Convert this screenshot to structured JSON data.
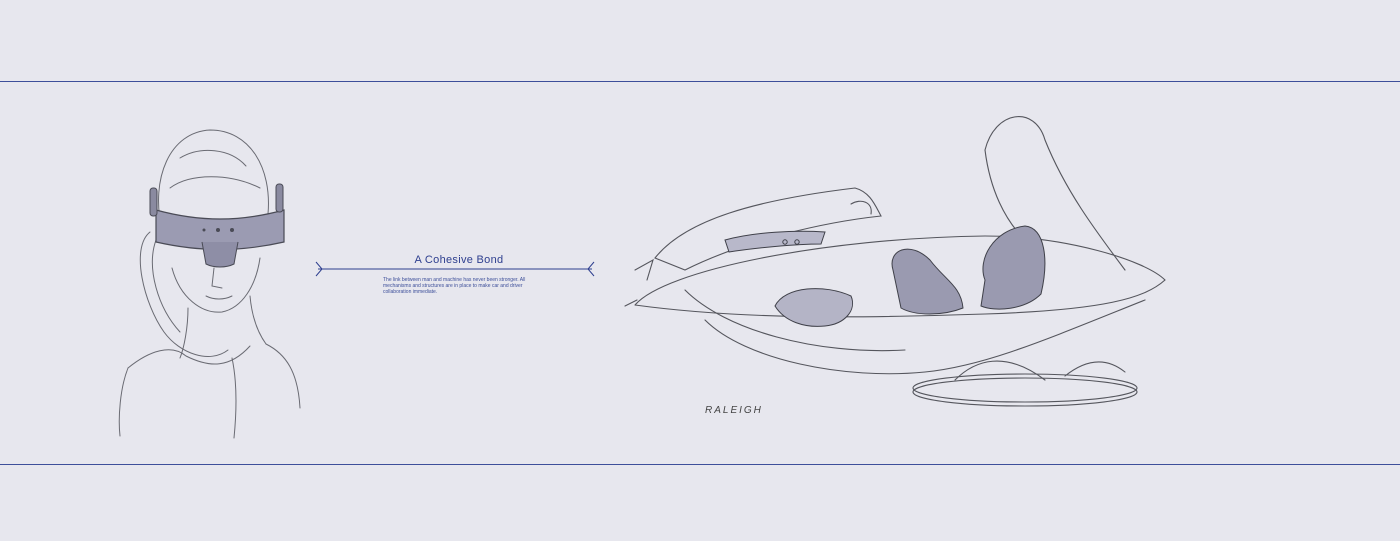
{
  "heading": "A Cohesive Bond",
  "description": "The link between man and machine has never been stronger. All mechanisms and structures are in place to make car and driver collaboration immediate.",
  "signature": "RALEIGH",
  "colors": {
    "background": "#e7e7ee",
    "rule": "#3d4f9a",
    "accent": "#2e3f8f",
    "pencil": "#55565d",
    "shade": "#9a9ab0"
  }
}
